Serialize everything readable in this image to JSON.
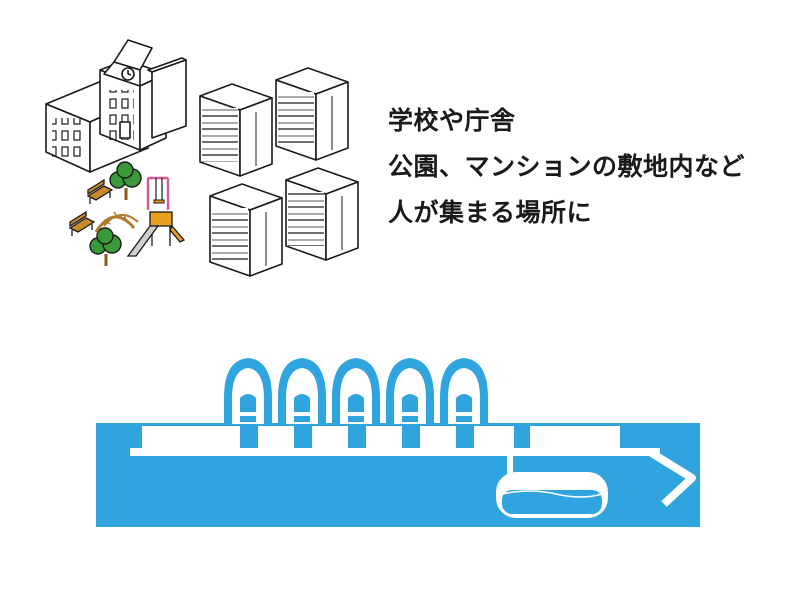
{
  "caption": {
    "lines": [
      "学校や庁舎",
      "公園、マンションの敷地内など",
      "人が集まる場所に"
    ]
  },
  "colors": {
    "water_blue": "#2fa4de",
    "line_dark": "#1a1a1a",
    "tree_green": "#3a9a3a",
    "wood_brown": "#b07a2a",
    "slide_yellow": "#e8a020",
    "swing_pink": "#d45a9a",
    "background": "#ffffff"
  },
  "icons": {
    "school": "school-building-icon",
    "apartments": "apartment-building-icon",
    "tree": "tree-icon",
    "bench": "bench-icon",
    "swing": "swing-icon",
    "slide": "slide-icon",
    "climbing": "climbing-frame-icon",
    "toilet": "toilet-icon"
  }
}
